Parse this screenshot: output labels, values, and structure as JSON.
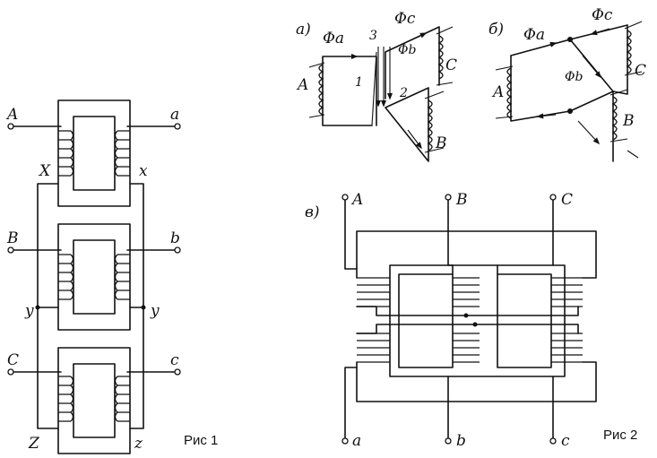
{
  "fig1": {
    "caption": "Рис 1",
    "terminals": {
      "A": "A",
      "a": "a",
      "B": "B",
      "b": "b",
      "C": "C",
      "c": "c",
      "X": "X",
      "x": "x",
      "y_left": "y",
      "y_right": "y",
      "Z": "Z",
      "z": "z"
    }
  },
  "fig2": {
    "caption": "Рис 2",
    "panel_a": {
      "tag": "а)",
      "flux_a": "Φa",
      "flux_b": "Φb",
      "flux_c": "Φc",
      "coil_A": "A",
      "coil_B": "B",
      "coil_C": "C",
      "path_1": "1",
      "path_2": "2",
      "path_3": "3"
    },
    "panel_b": {
      "tag": "б)",
      "flux_a": "Φa",
      "flux_b": "Φb",
      "flux_c": "Φc",
      "coil_A": "A",
      "coil_B": "B",
      "coil_C": "C"
    },
    "panel_v": {
      "tag": "в)",
      "top_A": "A",
      "top_B": "B",
      "top_C": "C",
      "bot_a": "a",
      "bot_b": "b",
      "bot_c": "c"
    }
  }
}
